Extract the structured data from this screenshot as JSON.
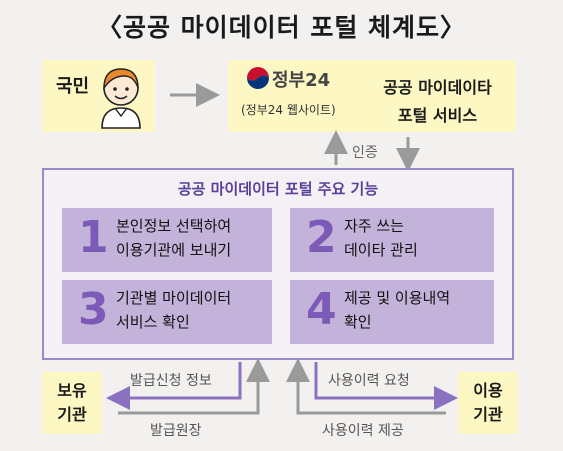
{
  "title": "〈공공 마이데이터 포털 체계도〉",
  "citizen": {
    "label": "국민",
    "icon": "person-icon"
  },
  "gov24": {
    "name": "정부24",
    "subtitle": "(정부24 웹사이트)",
    "icon": "government-emblem-icon"
  },
  "service": {
    "line1": "공공 마이데이타",
    "line2": "포털 서비스"
  },
  "auth_label": "인증",
  "portal": {
    "title": "공공 마이데이터 포털 주요 기능",
    "functions": [
      {
        "number": "1",
        "line1": "본인정보 선택하여",
        "line2": "이용기관에 보내기"
      },
      {
        "number": "2",
        "line1": "자주 쓰는",
        "line2": "데이타 관리"
      },
      {
        "number": "3",
        "line1": "기관별 마이데이터",
        "line2": "서비스 확인"
      },
      {
        "number": "4",
        "line1": "제공 및 이용내역",
        "line2": "확인"
      }
    ]
  },
  "holding_org": {
    "line1": "보유",
    "line2": "기관"
  },
  "using_org": {
    "line1": "이용",
    "line2": "기관"
  },
  "flows": {
    "issue_request": "발급신청 정보",
    "issue_original": "발급원장",
    "usage_request": "사용이력 요청",
    "usage_provide": "사용이력 제공"
  },
  "colors": {
    "yellow": "#fdf7c4",
    "purple_frame": "#9c8ac4",
    "purple_box": "#c3b2da",
    "purple_text": "#5a3f98"
  }
}
